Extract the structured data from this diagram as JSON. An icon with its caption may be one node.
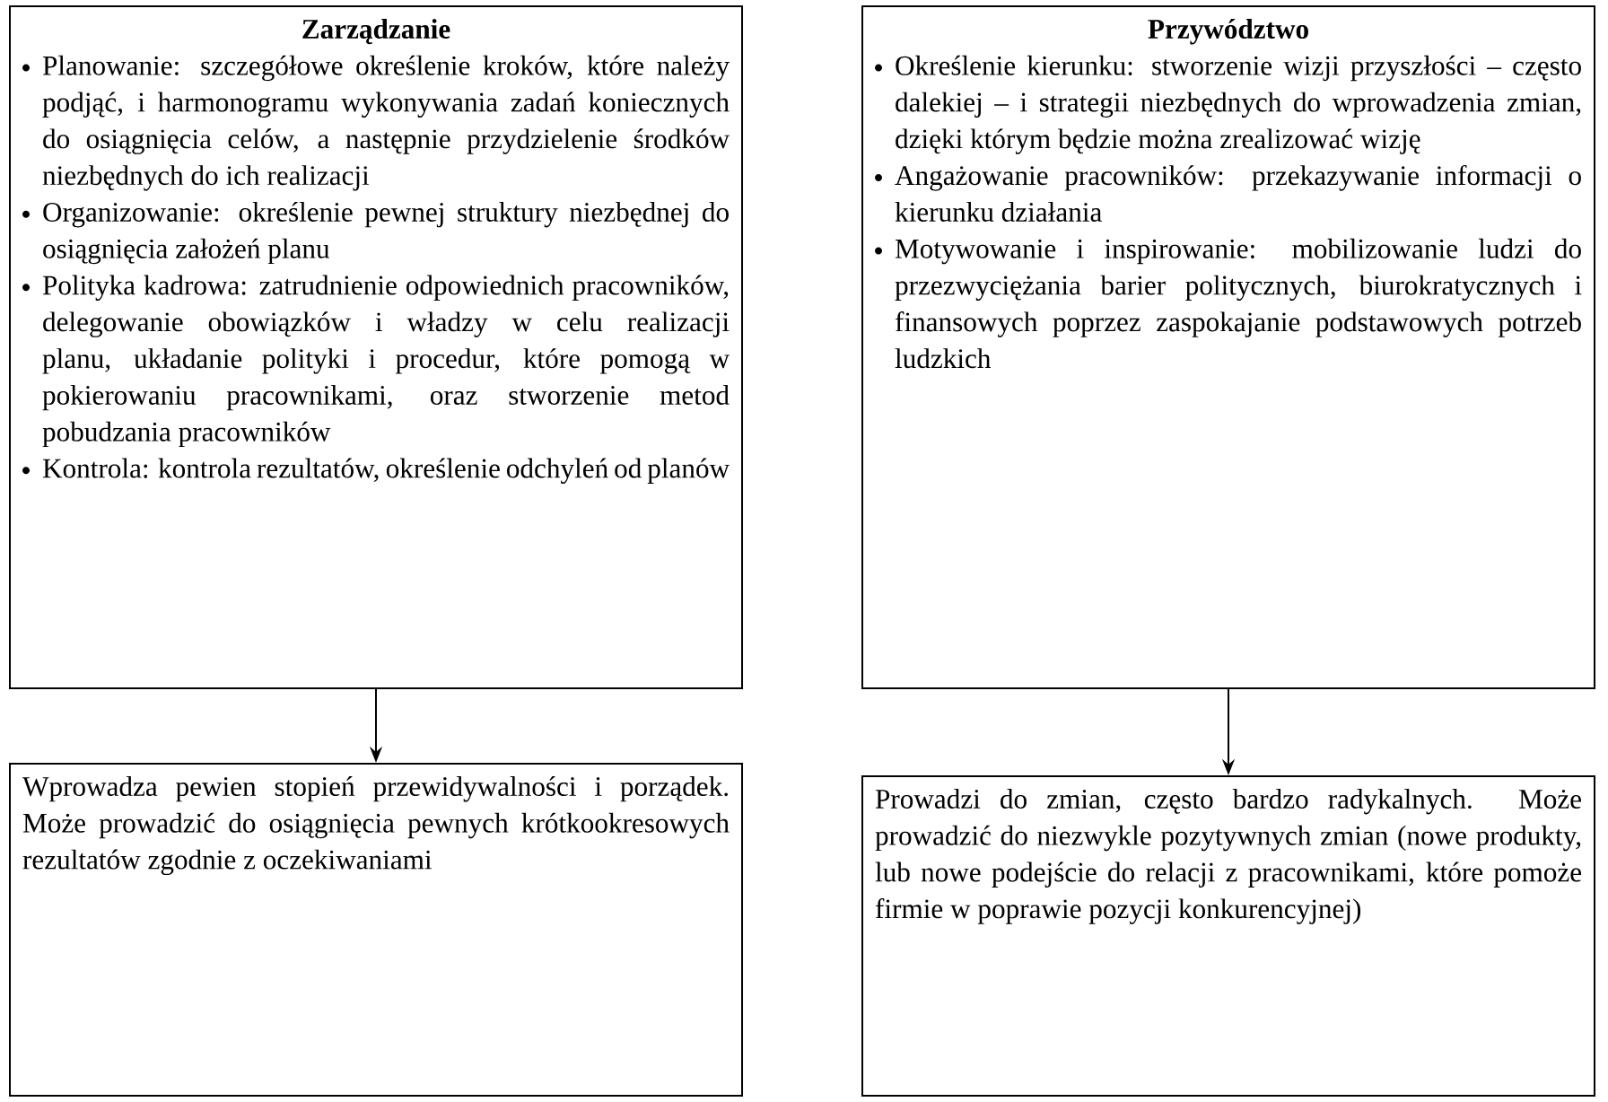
{
  "diagram": {
    "nodes": [
      {
        "text": [
          "Zarządzanie",
          "Planowanie: szczegółowe określenie kroków, które należy podjąć, i harmonogramu wykonywania zadań koniecznych do osiągnięcia celów, a następnie przydzielenie środków niezbędnych do ich realizacji",
          "Organizowanie: określenie pewnej struktury niezbędnej do osiągnięcia założeń planu",
          "Polityka kadrowa: zatrudnienie odpowiednich pracowników, delegowanie obowiązków i władzy w celu realizacji planu, układanie polityki i procedur, które pomogą w pokierowaniu pracownikami, oraz stworzenie metod pobudzania pracowników",
          "Kontrola: kontrola rezultatów, określenie odchyleń od planów"
        ]
      },
      {
        "text": [
          "Przywództwo",
          "Określenie kierunku: stworzenie wizji przyszłości – często dalekiej – i strategii niezbędnych do wprowadzenia zmian, dzięki którym będzie można zrealizować wizję",
          "Angażowanie pracowników: przekazywanie informacji o kierunku działania",
          "Motywowanie i inspirowanie: mobilizowanie ludzi do przezwyciężania barier politycznych, biurokratycznych i finansowych poprzez zaspokajanie podstawowych potrzeb ludzkich"
        ]
      },
      {
        "text": [
          "Wprowadza pewien stopień przewidywalności i porządek. Może prowadzić do osiągnięcia pewnych krótkookresowych rezultatów zgodnie z oczekiwaniami"
        ]
      },
      {
        "text": [
          "Prowadzi do zmian, często bardzo radykalnych. Może prowadzić do niezwykle pozytywnych zmian (nowe produkty, lub nowe podejście do relacji z pracownikami, które pomoże firmie w poprawie pozycji konkurencyjnej)"
        ]
      }
    ],
    "edges": [
      {
        "from": 0,
        "to": 2,
        "arrow": "to"
      },
      {
        "from": 1,
        "to": 3,
        "arrow": "to"
      }
    ]
  }
}
